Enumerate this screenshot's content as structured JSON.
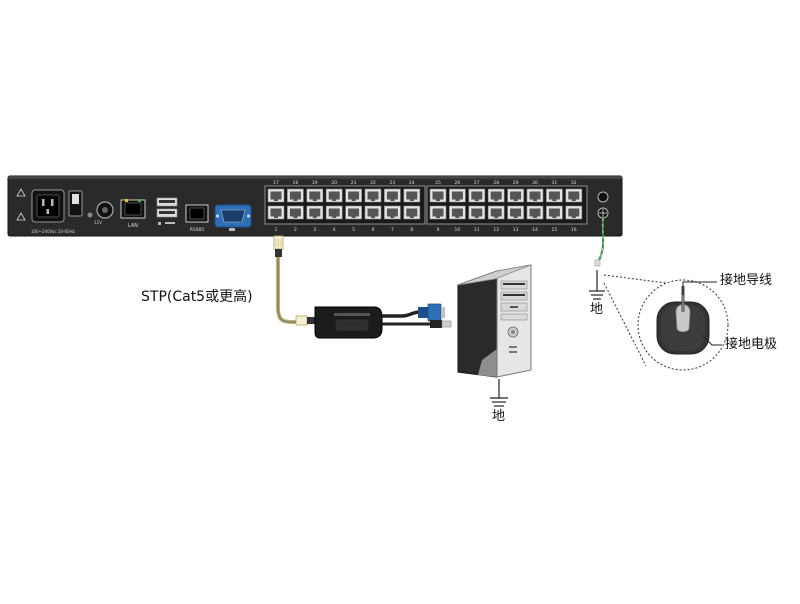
{
  "device": {
    "port_numbers_top": [
      "17",
      "18",
      "19",
      "20",
      "21",
      "22",
      "23",
      "24",
      "25",
      "26",
      "27",
      "28",
      "29",
      "30",
      "31",
      "32"
    ],
    "port_numbers_bottom": [
      "1",
      "2",
      "3",
      "4",
      "5",
      "6",
      "7",
      "8",
      "9",
      "10",
      "11",
      "12",
      "13",
      "14",
      "15",
      "16"
    ],
    "power_rating": "100~240Vac 50-60Hz",
    "dc_label": "12V",
    "lan_label": "LAN",
    "rs485_label": "RS485"
  },
  "labels": {
    "cable": "STP(Cat5或更高)",
    "ground_device": "地",
    "ground_computer": "地",
    "ground_wire": "接地导线",
    "ground_electrode": "接地电极"
  },
  "colors": {
    "chassis": "#2a2a2a",
    "vga_blue": "#2f6fb5",
    "ground_green": "#3a8a3a",
    "cable_gray": "#8a8a8a",
    "cable_yellow": "#d8c04a"
  }
}
